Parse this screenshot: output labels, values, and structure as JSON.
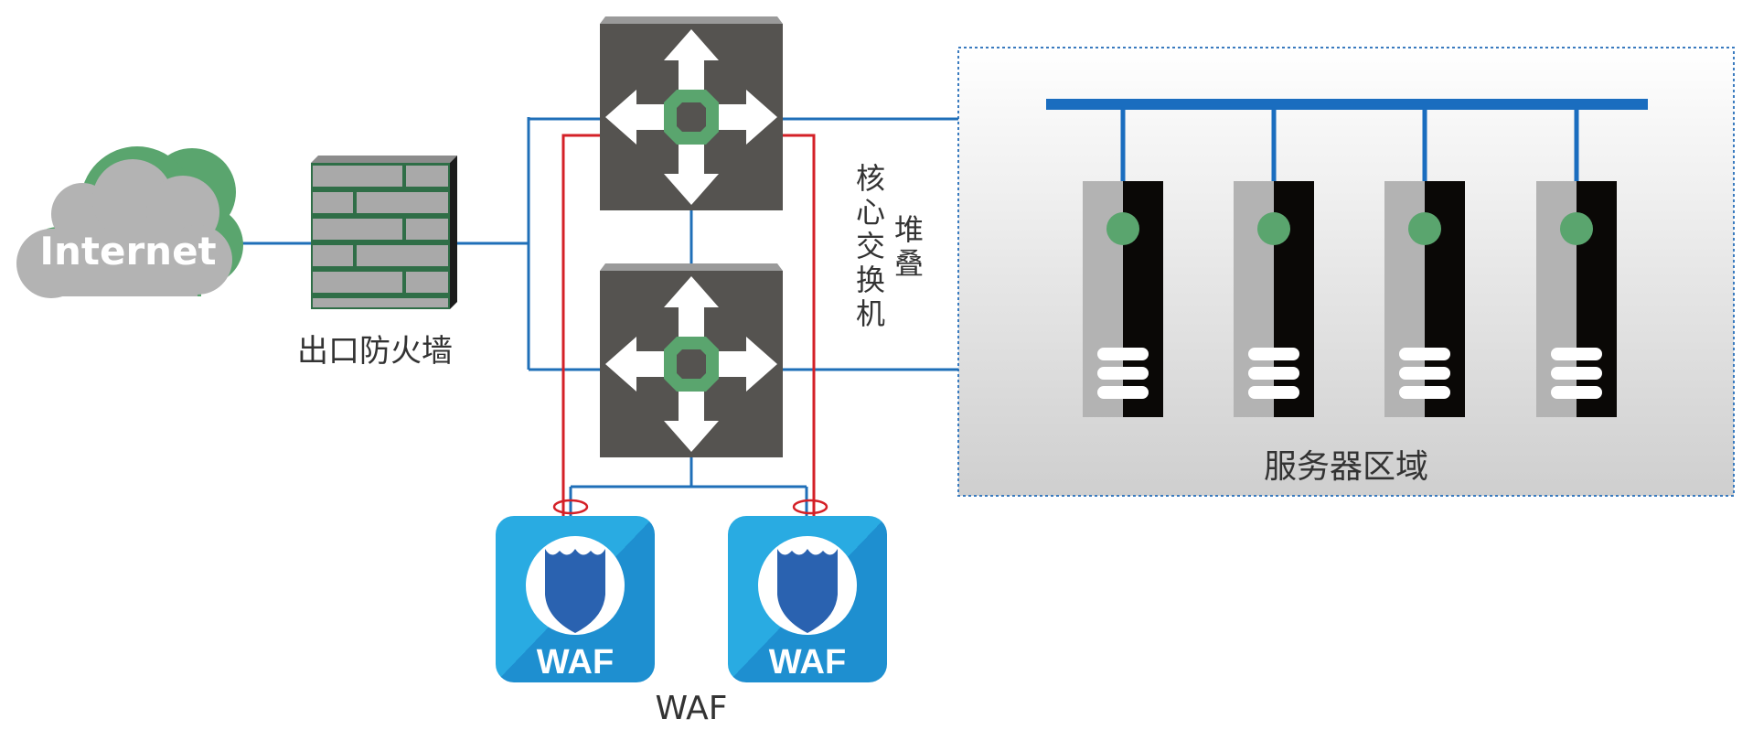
{
  "labels": {
    "internet": "Internet",
    "firewall": "出口防火墙",
    "core_switch_chars": [
      "核",
      "心",
      "交",
      "换",
      "机"
    ],
    "stack_chars": [
      "堆",
      "叠"
    ],
    "server_zone": "服务器区域",
    "waf_badge": "WAF",
    "waf_group": "WAF"
  },
  "colors": {
    "link_blue": "#1f6fb8",
    "link_red": "#d42027",
    "bus_blue": "#1a6dbf",
    "switch_body": "#555350",
    "accent_green": "#5aa56e",
    "cloud_grey": "#b5b5b5",
    "waf_blue": "#27aae1",
    "shield_blue": "#2a62b0",
    "brick_grey": "#aaaaaa",
    "mortar_green": "#2f6e47"
  },
  "icons": {
    "cloud": "cloud-icon",
    "firewall": "firewall-icon",
    "switch": "switch-icon",
    "server": "server-icon",
    "waf": "shield-icon"
  }
}
